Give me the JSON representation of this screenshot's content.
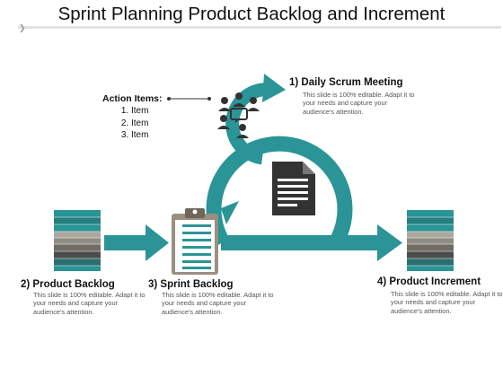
{
  "slide": {
    "title": "Sprint Planning Product Backlog and Increment"
  },
  "action_items": {
    "title": "Action Items:",
    "items": [
      "Item",
      "Item",
      "Item"
    ]
  },
  "steps": [
    {
      "heading": "1) Daily Scrum Meeting",
      "description": "This slide is 100% editable. Adapt it to your needs and capture your audience's attention."
    },
    {
      "heading": "2) Product Backlog",
      "description": "This slide is 100% editable. Adapt it to your needs and capture your audience's attention."
    },
    {
      "heading": "3) Sprint Backlog",
      "description": "This slide is 100% editable. Adapt it to your needs and capture your audience's attention."
    },
    {
      "heading": "4) Product Increment",
      "description": "This slide is 100% editable. Adapt it to your needs and capture your audience's attention."
    }
  ],
  "colors": {
    "teal": "#2a9496",
    "dark": "#333333",
    "clipboard": "#9a8f80"
  },
  "icons": [
    "team-meeting-icon",
    "document-icon",
    "clipboard-icon",
    "backlog-stack-icon",
    "increment-stack-icon"
  ]
}
